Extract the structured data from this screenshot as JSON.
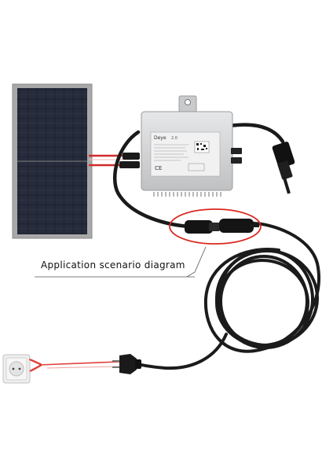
{
  "caption": "Application scenario diagram",
  "inverter": {
    "brand": "Deye",
    "model_suffix": "2.0",
    "ce_mark": "CE"
  },
  "colors": {
    "frame": "#9a9a9a",
    "cell": "#1d2230",
    "inverter_body": "#d9dadb",
    "cable": "#1a1a1a",
    "arrow": "#e0403a",
    "callout": "#d9281f"
  },
  "icons": [
    "solar-panel-icon",
    "microinverter-icon",
    "connector-icon",
    "wall-socket-icon",
    "schuko-plug-icon"
  ]
}
